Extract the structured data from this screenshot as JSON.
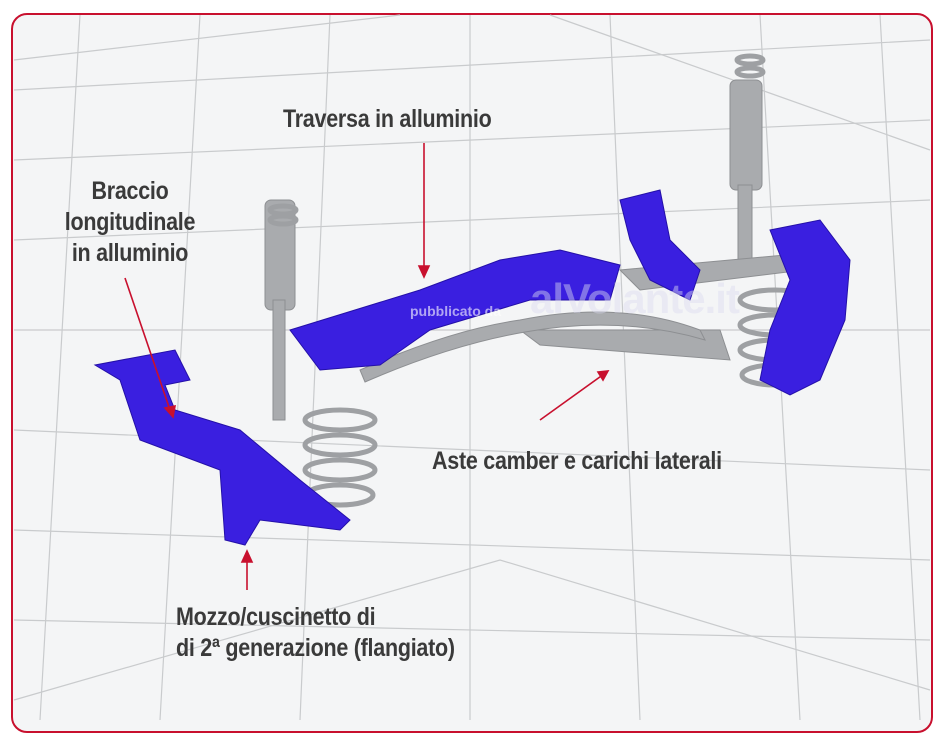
{
  "labels": {
    "traversa": "Traversa in alluminio",
    "braccio": [
      "Braccio",
      "longitudinale",
      "in alluminio"
    ],
    "aste": "Aste camber e carichi laterali",
    "mozzo": [
      "Mozzo/cuscinetto di",
      "di 2ª generazione (flangiato)"
    ]
  },
  "watermark": {
    "text": "pubblicato da",
    "logo": "alVolante.it"
  },
  "colors": {
    "frame": "#c8102e",
    "arrow": "#c8102e",
    "blue_parts": "#3a1fe0",
    "gray_parts": "#a9abae",
    "text": "#3a3a3a"
  }
}
